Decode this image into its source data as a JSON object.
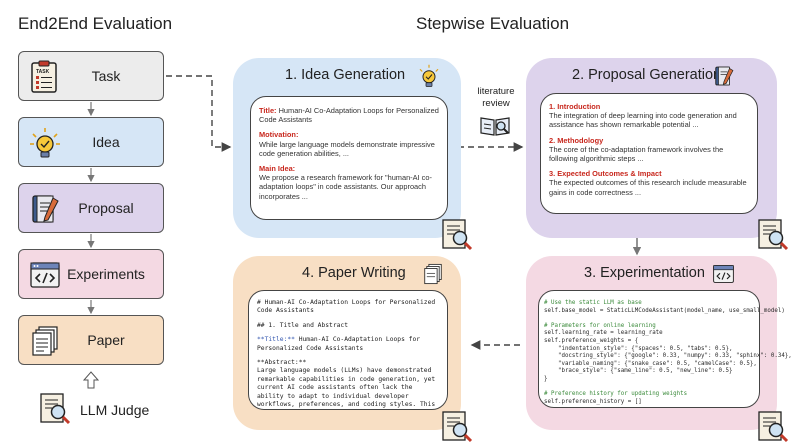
{
  "headers": {
    "left": "End2End Evaluation",
    "right": "Stepwise Evaluation"
  },
  "left_steps": [
    {
      "label": "Task",
      "icon": "clipboard-task-icon",
      "color": "#ececec"
    },
    {
      "label": "Idea",
      "icon": "lightbulb-icon",
      "color": "#d6e6f6"
    },
    {
      "label": "Proposal",
      "icon": "notebook-pen-icon",
      "color": "#ddd3ec"
    },
    {
      "label": "Experiments",
      "icon": "code-window-icon",
      "color": "#f4d9e3"
    },
    {
      "label": "Paper",
      "icon": "paper-stack-icon",
      "color": "#f8dfc4"
    }
  ],
  "llm_judge": "LLM Judge",
  "literature": {
    "line1": "literature",
    "line2": "review"
  },
  "panels": {
    "idea": {
      "title": "1. Idea Generation",
      "color": "#d6e6f6",
      "title_label": "Title:",
      "title_text": " Human-AI Co-Adaptation Loops for Personalized Code Assistants",
      "motivation_label": "Motivation:",
      "motivation_text": "While large language models demonstrate impressive code generation abilities, ...",
      "main_label": "Main Idea:",
      "main_text": "We propose a research framework for \"human-AI co-adaptation loops\" in code assistants. Our approach incorporates ..."
    },
    "proposal": {
      "title": "2. Proposal Generation",
      "color": "#ddd3ec",
      "s1_label": "1. Introduction",
      "s1_text": "The integration of deep learning into code generation and assistance has shown remarkable potential ...",
      "s2_label": "2. Methodology",
      "s2_text": "The core of the co-adaptation framework involves the following algorithmic steps ...",
      "s3_label": "3. Expected Outcomes & Impact",
      "s3_text": "The expected outcomes of this research include measurable gains in code correctness ..."
    },
    "experiment": {
      "title": "3. Experimentation",
      "color": "#f4d9e3",
      "code": [
        {
          "t": "# Use the static LLM as base",
          "c": "green"
        },
        {
          "t": "self.base_model = StaticLLMCodeAssistant(model_name, use_small_model)",
          "c": ""
        },
        {
          "t": "",
          "c": ""
        },
        {
          "t": "# Parameters for online learning",
          "c": "green"
        },
        {
          "t": "self.learning_rate = learning_rate",
          "c": ""
        },
        {
          "t": "self.preference_weights = {",
          "c": ""
        },
        {
          "t": "    \"indentation_style\": {\"spaces\": 0.5, \"tabs\": 0.5},",
          "c": ""
        },
        {
          "t": "    \"docstring_style\": {\"google\": 0.33, \"numpy\": 0.33, \"sphinx\": 0.34},",
          "c": ""
        },
        {
          "t": "    \"variable_naming\": {\"snake_case\": 0.5, \"camelCase\": 0.5},",
          "c": ""
        },
        {
          "t": "    \"brace_style\": {\"same_line\": 0.5, \"new_line\": 0.5}",
          "c": ""
        },
        {
          "t": "}",
          "c": ""
        },
        {
          "t": "",
          "c": ""
        },
        {
          "t": "# Preference history for updating weights",
          "c": "green"
        },
        {
          "t": "self.preference_history = []",
          "c": ""
        }
      ]
    },
    "paper": {
      "title": "4. Paper Writing",
      "color": "#f8dfc4",
      "h1": "# Human-AI Co-Adaptation Loops for Personalized Code Assistants",
      "h2": "## 1. Title and Abstract",
      "title_label": "**Title:**",
      "title_text": " Human-AI Co-Adaptation Loops for Personalized Code Assistants",
      "abstract_label": "**Abstract:**",
      "abstract_text": "Large language models (LLMs) have demonstrated remarkable capabilities in code generation, yet current AI code assistants often lack the ability to adapt to individual developer workflows, preferences, and coding styles. This"
    }
  }
}
